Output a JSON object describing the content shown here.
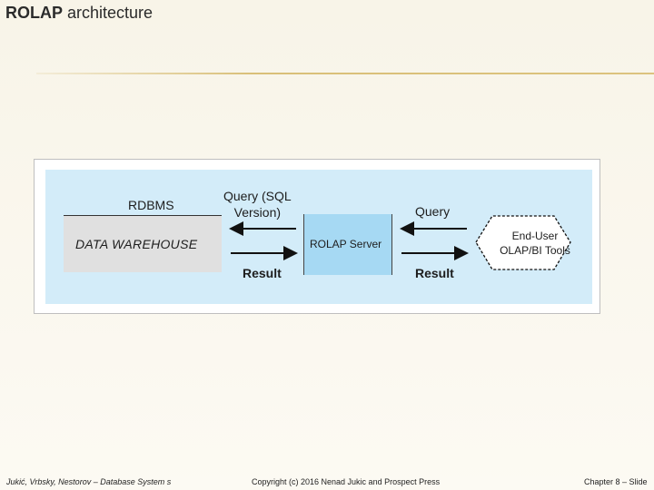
{
  "slide": {
    "title_bold": "ROLAP",
    "title_rest": " architecture"
  },
  "diagram": {
    "rdbms_label": "RDBMS",
    "data_warehouse_label": "DATA  WAREHOUSE",
    "query_sql_line1": "Query (SQL",
    "query_sql_line2": "Version)",
    "result_left": "Result",
    "rolap_server_label": "ROLAP Server",
    "query_right": "Query",
    "result_right": "Result",
    "end_user_line1": "End-User",
    "end_user_line2": "OLAP/BI Tools"
  },
  "footer": {
    "authors": "Jukić, Vrbsky, Nestorov – Database System s",
    "copyright": "Copyright (c) 2016 Nenad Jukic and Prospect Press",
    "chapter": "Chapter 8 – Slide"
  },
  "colors": {
    "panel_bg": "#d3ecf9",
    "rolap_box": "#a6d9f3",
    "warehouse_box": "#e0e0e0",
    "title_rule": "#d9bf78"
  }
}
